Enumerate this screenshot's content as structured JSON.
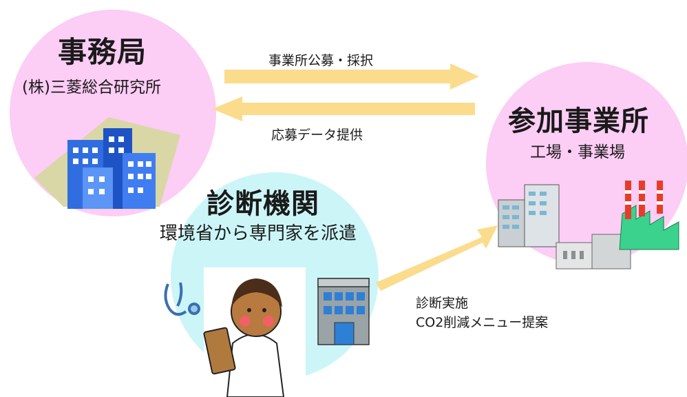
{
  "secretariat": {
    "title": "事務局",
    "subtitle": "(株)三菱総合研究所"
  },
  "participant": {
    "title": "参加事業所",
    "subtitle": "工場・事業場"
  },
  "diagnosis": {
    "title": "診断機関",
    "subtitle": "環境省から専門家を派遣"
  },
  "arrows": {
    "recruit_label": "事業所公募・採択",
    "provide_label": "応募データ提供",
    "diagnosis_line1": "診断実施",
    "diagnosis_line2": "CO2削減メニュー提案"
  },
  "colors": {
    "pink_circle": "#fccdf5",
    "cyan_circle": "#ccf5f8",
    "arrow": "#fbdc8c",
    "building_blue": "#2f6de0"
  },
  "icons": [
    "office-buildings-icon",
    "factory-icon",
    "doctor-icon",
    "stethoscope-icon",
    "clinic-building-icon"
  ]
}
